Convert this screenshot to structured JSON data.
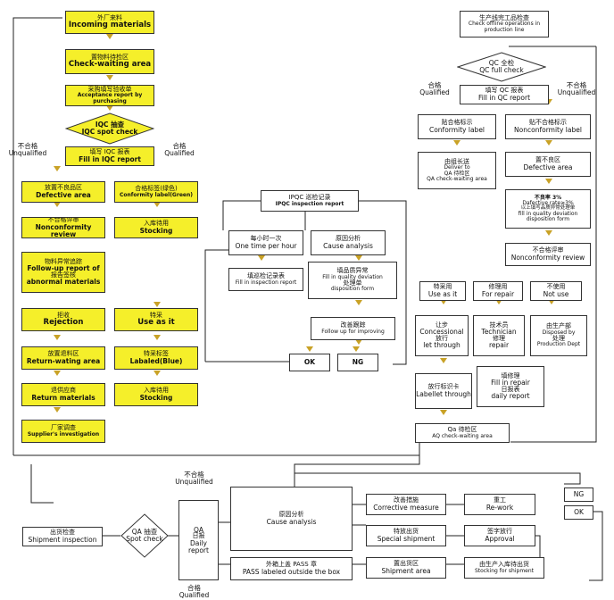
{
  "colors": {
    "box_fill": "#f5ef2a",
    "line": "#222",
    "arrow": "#c9a227"
  },
  "left_col": {
    "incoming": {
      "zh": "外厂来料",
      "en": "Incoming materials"
    },
    "check_waiting": {
      "zh": "置物料待检区",
      "en": "Check-waiting area"
    },
    "acceptance": {
      "zh": "采购填写验收单",
      "en": "Acceptance report by purchasing"
    },
    "iqc_spot": {
      "zh": "IQC 抽查",
      "en": "IQC spot check"
    },
    "unq_label": {
      "zh": "不合格",
      "en": "Unqualified"
    },
    "q_label": {
      "zh": "合格",
      "en": "Qualified"
    },
    "iqc_report": {
      "zh": "填写 IQC 报表",
      "en": "Fill in IQC report"
    },
    "defective_area": {
      "zh": "放置不良品区",
      "en": "Defective area"
    },
    "conformity_green": {
      "zh": "合格标签(绿色)",
      "en": "Conformity label(Green)"
    },
    "nonconf_review": {
      "zh": "不合格评审",
      "en": "Nonconformity review"
    },
    "stocking1": {
      "zh": "入库待用",
      "en": "Stocking"
    },
    "followup": {
      "zh1": "物料异常追踪",
      "en1": "Follow-up report of",
      "zh2": "报告签核",
      "en2": "abnormal materials"
    },
    "rejection": {
      "zh": "拒收",
      "en": "Rejection"
    },
    "use_as_it": {
      "zh": "特采",
      "en": "Use as it"
    },
    "return_area": {
      "zh": "放置退料区",
      "en": "Return-wating area"
    },
    "labeled_blue": {
      "zh": "特采标签",
      "en": "Labaled(Blue)"
    },
    "return_materials": {
      "zh": "退供应商",
      "en": "Return materials"
    },
    "stocking2": {
      "zh": "入库待用",
      "en": "Stocking"
    },
    "supplier_inv": {
      "zh": "厂家调查",
      "en": "Supplier's investigation"
    }
  },
  "ipqc": {
    "inspection_record": {
      "zh": "IPQC 巡检记录",
      "en": "IPQC inspection report"
    },
    "one_time": {
      "zh": "每小时一次",
      "en": "One time per hour"
    },
    "cause_analysis": {
      "zh": "原因分析",
      "en": "Cause analysis"
    },
    "fill_inspection": {
      "zh": "填巡检记录表",
      "en": "Fill in inspection report"
    },
    "quality_dev": {
      "zh1": "填品质异常",
      "en1": "Fill in quality deviation",
      "zh2": "处理单",
      "en2": "disposition form"
    },
    "improving": {
      "zh": "改善跟踪",
      "en": "Follow up for improving"
    },
    "ok": "OK",
    "ng": "NG"
  },
  "right_col": {
    "prod_check": {
      "zh": "生产线完工品检查",
      "en": "Check offline operations in production line"
    },
    "qc_full": {
      "zh": "QC 全检",
      "en": "QC full check"
    },
    "q_label": {
      "zh": "合格",
      "en": "Qualified"
    },
    "unq_label": {
      "zh": "不合格",
      "en": "Unqualified"
    },
    "qc_report": {
      "zh": "填写 QC 报表",
      "en": "Fill in QC report"
    },
    "conf_label": {
      "zh": "贴合格标示",
      "en": "Conformity label"
    },
    "nonconf_label": {
      "zh": "贴不合格标示",
      "en": "Nonconformity label"
    },
    "deliver_qa": {
      "zh": "由组长送",
      "en1": "Deliver to",
      "en2": "QA 待检区",
      "en3": "QA check-waiting area"
    },
    "defective_area": {
      "zh": "置不良区",
      "en": "Defective area"
    },
    "defect_rate": {
      "l1": "不良率 3%",
      "l2": "Dafective rate≥3%",
      "l3": "以上填写品质异常处理单",
      "l4": "fill in quality deviation",
      "l5": "disposition form"
    },
    "nonconf_review": {
      "zh": "不合格评审",
      "en": "Nonconformity review"
    },
    "use_as_it": {
      "zh": "特采用",
      "en": "Use as it"
    },
    "for_repair": {
      "zh": "修理用",
      "en": "For repair"
    },
    "not_use": {
      "zh": "不使用",
      "en": "Not use"
    },
    "concessional": {
      "zh1": "让步",
      "en1": "Concessional",
      "zh2": "放行",
      "en2": "let through"
    },
    "technician": {
      "zh1": "技术员",
      "en1": "Technician",
      "zh2": "修理",
      "en2": "repair"
    },
    "disposed": {
      "zh1": "由生产部",
      "en1": "Disposed by",
      "zh2": "处理",
      "en2": "Production Dept"
    },
    "labellet": {
      "zh": "放行标识卡",
      "en": "Labellet through"
    },
    "repair_report": {
      "zh1": "填修理",
      "en1": "Fill in repair",
      "zh2": "日报表",
      "en2": "daily report"
    },
    "qa_wait": {
      "zh": "Qa 待检区",
      "en": "AQ check-waiting area"
    }
  },
  "bottom": {
    "shipment_insp": {
      "zh": "出货检查",
      "en": "Shipment inspection"
    },
    "qa_spot": {
      "zh": "QA 抽查",
      "en": "Spot check"
    },
    "unq_label": {
      "zh": "不合格",
      "en": "Unqualified"
    },
    "q_label": {
      "zh": "合格",
      "en": "Qualified"
    },
    "qa_daily": {
      "l1": "QA",
      "l2": "日报",
      "l3": "Daily",
      "l4": "report"
    },
    "cause_analysis": {
      "zh": "原因分析",
      "en": "Cause analysis"
    },
    "corrective": {
      "zh": "改善措施",
      "en": "Corrective measure"
    },
    "rework": {
      "zh": "重工",
      "en": "Re-work"
    },
    "ng": "NG",
    "ok": "OK",
    "special": {
      "zh": "特放出货",
      "en": "Special shipment"
    },
    "approval": {
      "zh": "签字放行",
      "en": "Approval"
    },
    "pass_labeled": {
      "zh": "外箱上盖 PASS 章",
      "en": "PASS labeled outside the box"
    },
    "shipment_area": {
      "zh": "置出货区",
      "en": "Shipment area"
    },
    "stocking_ship": {
      "zh": "由生产入库待出货",
      "en": "Stocking for shipment"
    }
  }
}
